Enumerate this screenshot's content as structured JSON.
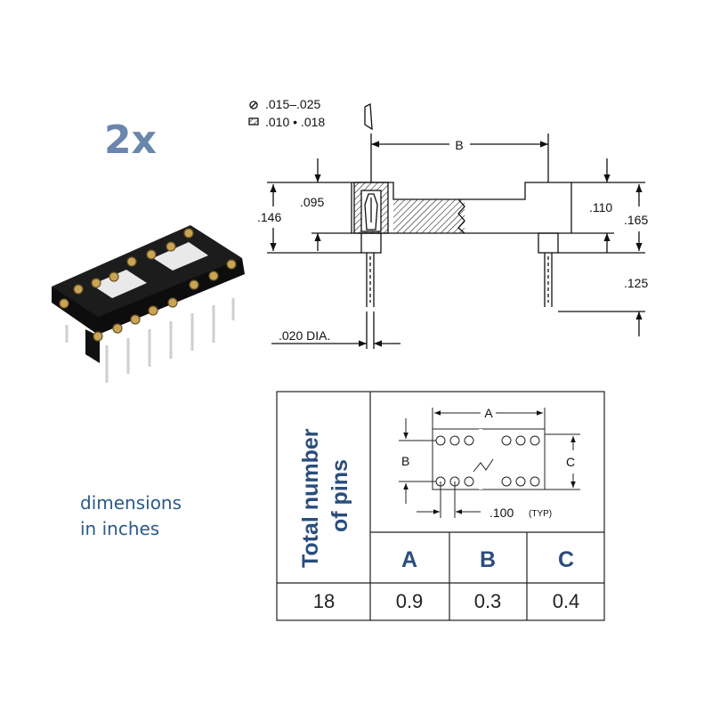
{
  "quantity": "2x",
  "units_note": {
    "line1": "dimensions",
    "line2": "in inches"
  },
  "side_view": {
    "legend_round": ".015–.025",
    "legend_flat": ".010 • .018",
    "dim_b": "B",
    "dim_095": ".095",
    "dim_146": ".146",
    "dim_110": ".110",
    "dim_165": ".165",
    "dim_125": ".125",
    "dim_020": ".020 DIA."
  },
  "footprint": {
    "label_a": "A",
    "label_b": "B",
    "label_c": "C",
    "pitch": ".100",
    "pitch_note": "(TYP)"
  },
  "table": {
    "header_pins_line1": "Total number",
    "header_pins_line2": "of pins",
    "headers": [
      "A",
      "B",
      "C"
    ],
    "row": [
      "18",
      "0.9",
      "0.3",
      "0.4"
    ]
  },
  "colors": {
    "quantity": "#6b86ad",
    "units_note": "#2b5a8a",
    "table_header": "#2a4d7c",
    "socket_body": "#1a1a1a",
    "contact_gold": "#c9a455"
  }
}
